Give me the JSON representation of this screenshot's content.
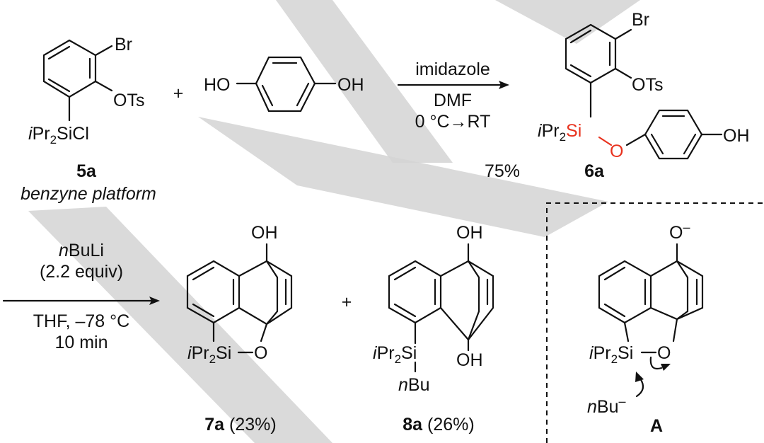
{
  "compounds": {
    "c5a": {
      "label": "5a",
      "caption": "benzyne platform",
      "br": "Br",
      "ots": "OTs",
      "si": {
        "prefix": "i",
        "body": "Pr",
        "sub": "2",
        "suffix": "SiCl"
      }
    },
    "hydroquinone": {
      "ho": "HO",
      "oh": "OH"
    },
    "c6a": {
      "label": "6a",
      "br": "Br",
      "ots": "OTs",
      "si": {
        "prefix": "i",
        "body": "Pr",
        "sub": "2",
        "suffix": "Si"
      },
      "o": "O",
      "oh": "OH"
    },
    "c7a": {
      "label": "7a",
      "yield": "(23%)",
      "oh": "OH",
      "si": {
        "prefix": "i",
        "body": "Pr",
        "sub": "2",
        "suffix": "Si"
      },
      "o": "O"
    },
    "c8a": {
      "label": "8a",
      "yield": "(26%)",
      "oh_top": "OH",
      "oh_bottom": "OH",
      "si": {
        "prefix": "i",
        "body": "Pr",
        "sub": "2",
        "suffix": "Si"
      },
      "nbu": {
        "prefix": "n",
        "body": "Bu"
      }
    },
    "intA": {
      "label": "A",
      "o_minus": "O",
      "charge": "–",
      "si": {
        "prefix": "i",
        "body": "Pr",
        "sub": "2",
        "suffix": "Si"
      },
      "o": "O",
      "nbu": {
        "prefix": "n",
        "body": "Bu",
        "charge": "–"
      }
    }
  },
  "step1": {
    "plus": "+",
    "reagent": "imidazole",
    "solvent": "DMF",
    "conditions": "0 °C→RT",
    "yield": "75%"
  },
  "step2": {
    "reagent": {
      "prefix": "n",
      "body": "BuLi"
    },
    "equiv": "(2.2 equiv)",
    "solvent": "THF, –78 °C",
    "time": "10 min",
    "plus": "+"
  },
  "colors": {
    "highlight": "#e8321e",
    "watermark": "#d4d4d4"
  }
}
